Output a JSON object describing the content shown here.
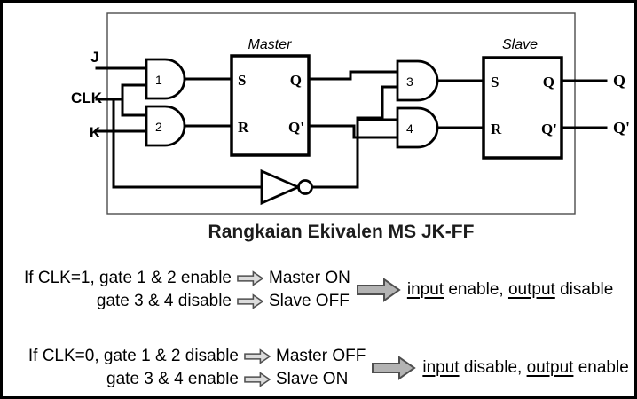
{
  "diagram": {
    "title": "Rangkaian Ekivalen MS JK-FF",
    "inputs": {
      "j": "J",
      "clk": "CLK",
      "k": "K"
    },
    "outputs": {
      "q": "Q",
      "q_not": "Q'"
    },
    "gates": {
      "gate1": "1",
      "gate2": "2",
      "gate3": "3",
      "gate4": "4"
    },
    "master": {
      "label": "Master",
      "s": "S",
      "q": "Q",
      "r": "R",
      "q_not": "Q'"
    },
    "slave": {
      "label": "Slave",
      "s": "S",
      "q": "Q",
      "r": "R",
      "q_not": "Q'"
    }
  },
  "notes": [
    {
      "line1": {
        "condition": "If CLK=1, gate 1 & 2 enable",
        "result": "Master ON"
      },
      "line2": {
        "condition": "gate 3 & 4 disable",
        "result": "Slave OFF"
      },
      "summary": [
        {
          "text": "input",
          "underline": true
        },
        {
          "text": " enable, "
        },
        {
          "text": "output",
          "underline": true
        },
        {
          "text": " disable"
        }
      ]
    },
    {
      "line1": {
        "condition": "If CLK=0, gate 1 & 2 disable",
        "result": "Master OFF"
      },
      "line2": {
        "condition": "gate 3 & 4 enable",
        "result": "Slave ON"
      },
      "summary": [
        {
          "text": "input",
          "underline": true
        },
        {
          "text": " disable, "
        },
        {
          "text": "output",
          "underline": true
        },
        {
          "text": " enable"
        }
      ]
    }
  ],
  "colors": {
    "line": "#000000",
    "arrow-small-fill": "#dcdcdc",
    "arrow-big-fill": "#b3b3b3",
    "arrow-stroke": "#4f4f4f"
  }
}
